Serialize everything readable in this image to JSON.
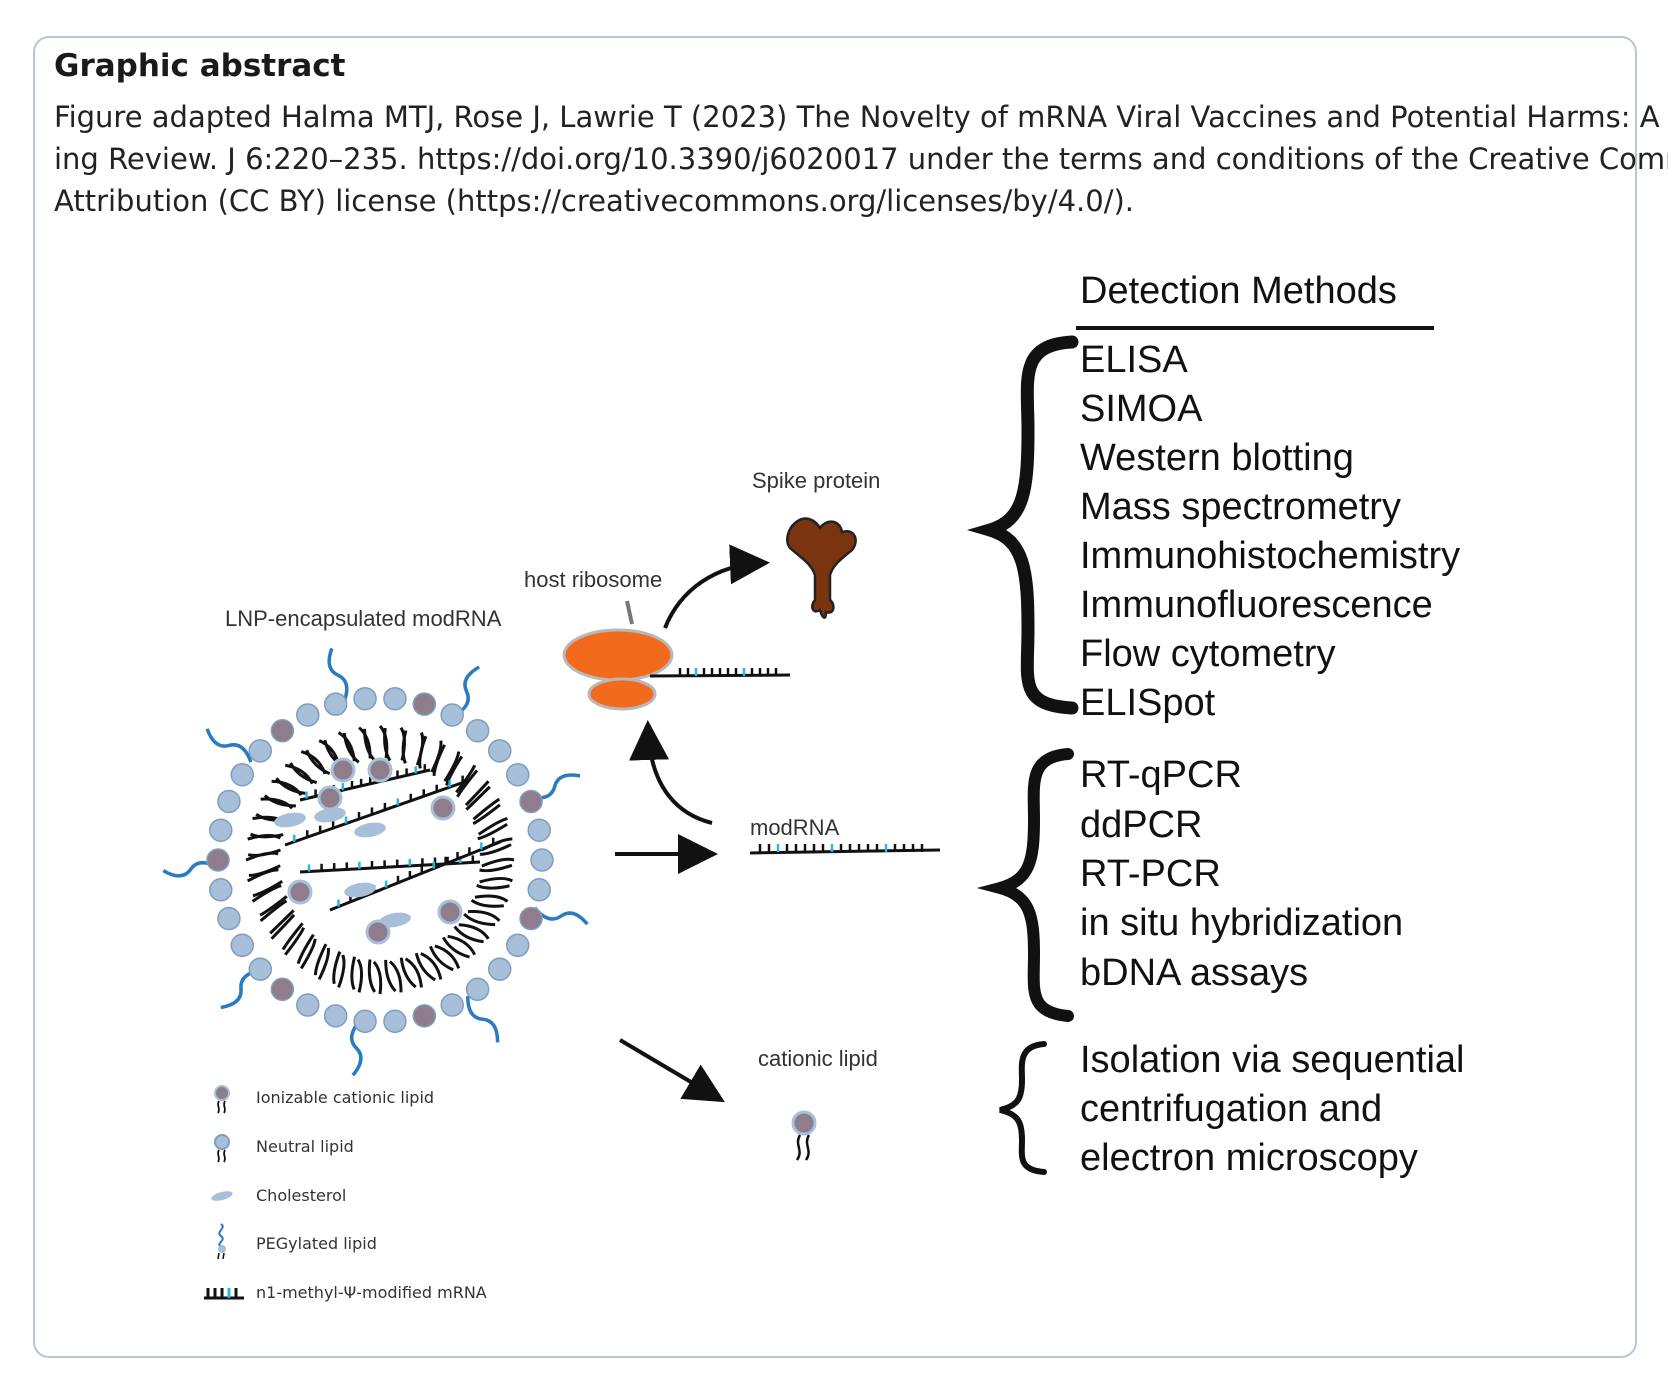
{
  "header": {
    "title": "Graphic abstract",
    "caption_lines": [
      "Figure adapted Halma MTJ, Rose J, Lawrie T (2023) The Novelty of mRNA Viral Vaccines and Potential Harms: A Scop-",
      "ing Review. J 6:220–235. https://doi.org/10.3390/j6020017 under the terms and conditions of the Creative Commons",
      "Attribution (CC BY) license (https://creativecommons.org/licenses/by/4.0/)."
    ]
  },
  "diagram": {
    "lnp_label": "LNP-encapsulated modRNA",
    "ribosome_label": "host ribosome",
    "spike_label": "Spike protein",
    "modrna_label": "modRNA",
    "cationic_label": "cationic lipid",
    "legend": [
      "Ionizable cationic lipid",
      "Neutral lipid",
      "Cholesterol",
      "PEGylated lipid",
      "n1-methyl-Ψ-modified mRNA"
    ],
    "detection_title": "Detection Methods",
    "protein_methods": [
      "ELISA",
      "SIMOA",
      "Western blotting",
      "Mass spectrometry",
      "Immunohistochemistry",
      "Immunofluorescence",
      "Flow cytometry",
      "ELISpot"
    ],
    "rna_methods": [
      "RT-qPCR",
      "ddPCR",
      "RT-PCR",
      "in situ hybridization",
      "bDNA assays"
    ],
    "lipid_methods": [
      "Isolation via sequential",
      "centrifugation and",
      "electron microscopy"
    ]
  },
  "colors": {
    "frame_border": "#b7c6d9",
    "ribosome": "#f26b1d",
    "spike": "#7a3410",
    "neutral_lipid_head": "#a7bfd9",
    "cationic_lipid_head": "#8f7d8c",
    "peg_chain": "#2a7bbf",
    "modified_base": "#29b6e0"
  }
}
